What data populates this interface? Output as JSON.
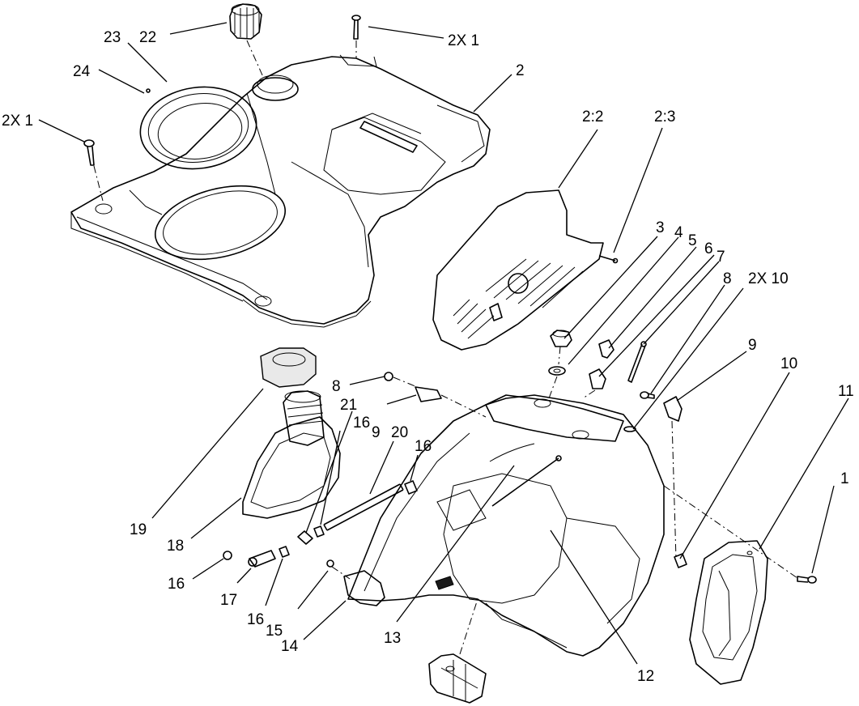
{
  "callouts": [
    {
      "id": "c22",
      "text": "22"
    },
    {
      "id": "c23",
      "text": "23"
    },
    {
      "id": "c24",
      "text": "24"
    },
    {
      "id": "c2x1-top",
      "text": "2X 1"
    },
    {
      "id": "c2x1-left",
      "text": "2X 1"
    },
    {
      "id": "c2",
      "text": "2"
    },
    {
      "id": "c2-2",
      "text": "2:2"
    },
    {
      "id": "c2-3",
      "text": "2:3"
    },
    {
      "id": "c3",
      "text": "3"
    },
    {
      "id": "c4",
      "text": "4"
    },
    {
      "id": "c5",
      "text": "5"
    },
    {
      "id": "c6",
      "text": "6"
    },
    {
      "id": "c7",
      "text": "7"
    },
    {
      "id": "c8-right",
      "text": "8"
    },
    {
      "id": "c2x10",
      "text": "2X 10"
    },
    {
      "id": "c9-right",
      "text": "9"
    },
    {
      "id": "c10",
      "text": "10"
    },
    {
      "id": "c11",
      "text": "11"
    },
    {
      "id": "c1",
      "text": "1"
    },
    {
      "id": "c8-left",
      "text": "8"
    },
    {
      "id": "c21",
      "text": "21"
    },
    {
      "id": "c16-a",
      "text": "16"
    },
    {
      "id": "c9-left",
      "text": "9"
    },
    {
      "id": "c20",
      "text": "20"
    },
    {
      "id": "c16-b",
      "text": "16"
    },
    {
      "id": "c19",
      "text": "19"
    },
    {
      "id": "c18",
      "text": "18"
    },
    {
      "id": "c16-c",
      "text": "16"
    },
    {
      "id": "c17",
      "text": "17"
    },
    {
      "id": "c16-d",
      "text": "16"
    },
    {
      "id": "c15",
      "text": "15"
    },
    {
      "id": "c14",
      "text": "14"
    },
    {
      "id": "c13",
      "text": "13"
    },
    {
      "id": "c12",
      "text": "12"
    }
  ]
}
